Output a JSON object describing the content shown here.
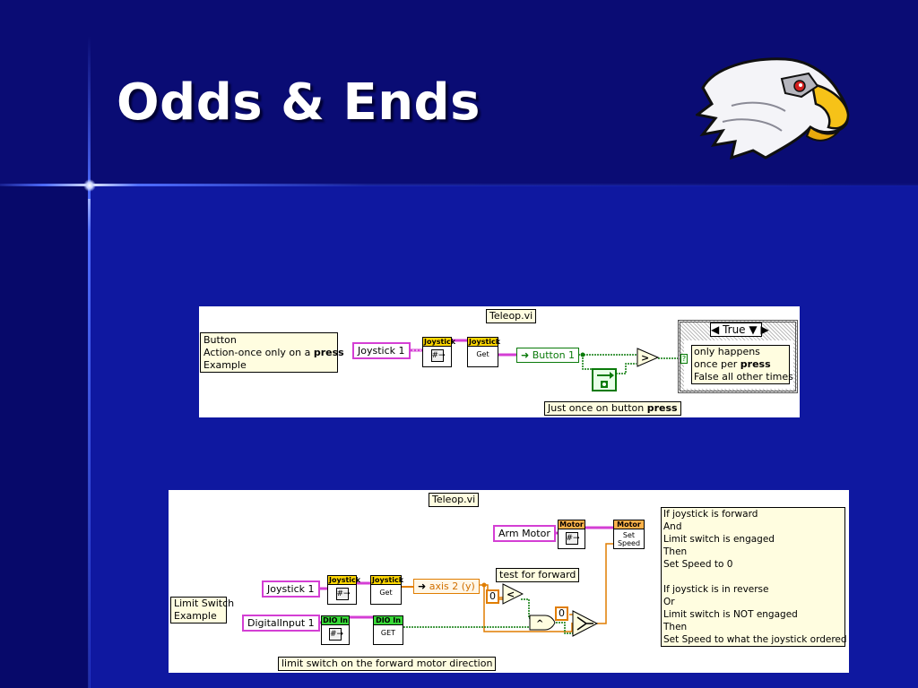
{
  "slide": {
    "title": "Odds & Ends",
    "logo_icon": "eagle-head-logo"
  },
  "diagram1": {
    "vi_label": "Teleop.vi",
    "comment_lines": [
      "Button",
      "Action-once only on a",
      "press",
      "Example"
    ],
    "joystick_const": "Joystick 1",
    "node1_header": "Joystick",
    "node1_icon": "#→",
    "node2_header": "Joystick",
    "node2_body": "Get",
    "button_indicator": "Button 1",
    "case_selector": "True",
    "case_bool_terminal": "?",
    "case_comment_lines": [
      "only happens",
      "once per",
      "press",
      "False all other times"
    ],
    "bottom_label_text": "Just once on button",
    "bottom_label_bold": "press",
    "colors": {
      "pink": "#d43fd4",
      "green": "#0a7a0a",
      "comment_bg": "#fffde0"
    }
  },
  "diagram2": {
    "vi_label": "Teleop.vi",
    "comment_label_lines": [
      "Limit Switch",
      "Example"
    ],
    "arm_motor_const": "Arm Motor",
    "motor_node1_header": "Motor",
    "motor_node1_icon": "#→",
    "motor_node2_header": "Motor",
    "motor_node2_body": [
      "Set",
      "Speed"
    ],
    "joystick_const": "Joystick 1",
    "joy_node1_header": "Joystick",
    "joy_node1_icon": "#→",
    "joy_node2_header": "Joystick",
    "joy_node2_body": "Get",
    "axis_indicator": "axis 2 (y)",
    "test_label": "test for forward",
    "zero_const_1": "0",
    "zero_const_2": "0",
    "digital_const": "DigitalInput 1",
    "dio_node1_header": "DIO In",
    "dio_node1_icon": "#→",
    "dio_node2_header": "DIO In",
    "dio_node2_body": "GET",
    "bottom_label": "limit switch on the forward motor direction",
    "notes_lines": [
      "If joystick is forward",
      "And",
      "Limit switch is engaged",
      "Then",
      "Set Speed to 0",
      "",
      "If joystick is in reverse",
      "Or",
      "Limit switch is NOT engaged",
      "Then",
      "Set Speed to what the joystick ordered"
    ],
    "colors": {
      "orange": "#e07d00",
      "green": "#0a7a0a",
      "pink": "#d43fd4"
    }
  }
}
